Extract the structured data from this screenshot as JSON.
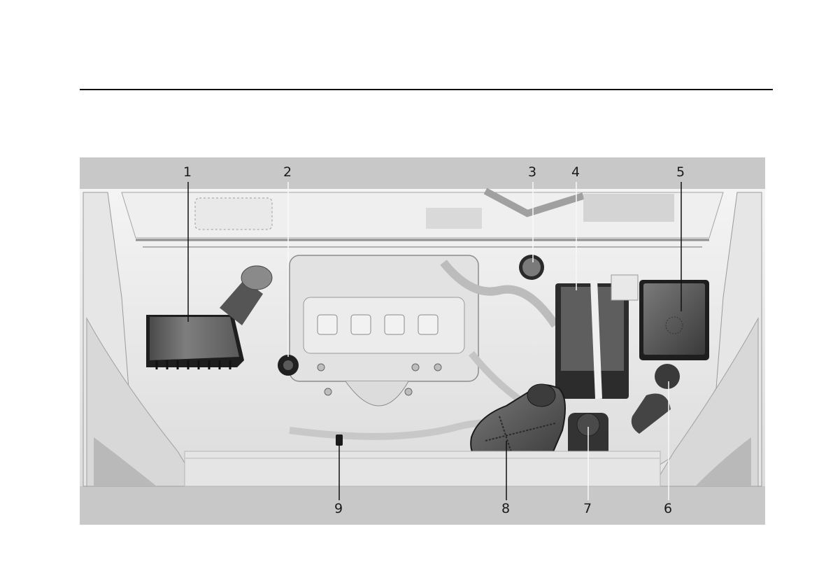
{
  "page": {
    "background": "#ffffff",
    "rule_color": "#111111"
  },
  "figure": {
    "description": "Engine compartment overview illustration",
    "band_color": "#c8c8c8",
    "callouts": [
      {
        "number": "1",
        "position": "top",
        "target": "air-cleaner-housing"
      },
      {
        "number": "2",
        "position": "top",
        "target": "engine-oil-filler-cap"
      },
      {
        "number": "3",
        "position": "top",
        "target": "brake-fluid-reservoir"
      },
      {
        "number": "4",
        "position": "top",
        "target": "battery"
      },
      {
        "number": "5",
        "position": "top",
        "target": "fuse-box"
      },
      {
        "number": "6",
        "position": "bottom",
        "target": "power-steering-reservoir"
      },
      {
        "number": "7",
        "position": "bottom",
        "target": "washer-fluid-reservoir"
      },
      {
        "number": "8",
        "position": "bottom",
        "target": "coolant-expansion-tank"
      },
      {
        "number": "9",
        "position": "bottom",
        "target": "engine-oil-dipstick"
      }
    ]
  }
}
